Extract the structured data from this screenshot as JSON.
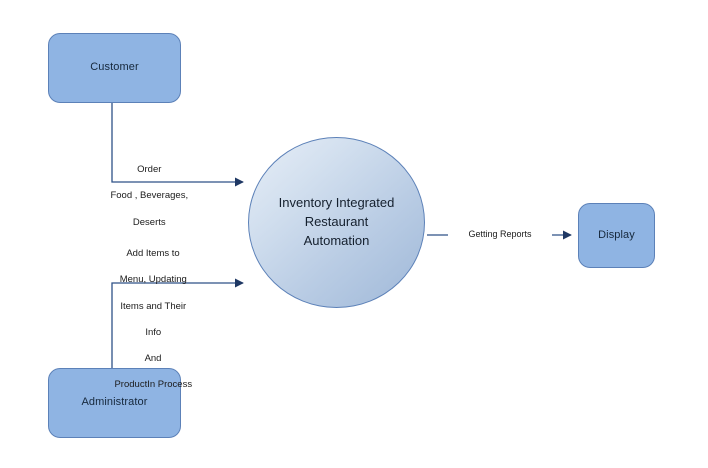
{
  "diagram": {
    "title": "Inventory Integrated Restaurant Automation - Context Diagram",
    "type": "data-flow-diagram",
    "colors": {
      "entity_fill": "#8FB4E3",
      "entity_border": "#5C81B8",
      "process_gradient_start": "#E7EEF7",
      "process_gradient_end": "#9FB8D8",
      "connector": "#2E5187",
      "arrowhead": "#1F3864",
      "text": "#16283C",
      "background": "#FFFFFF"
    },
    "entities": [
      {
        "id": "customer",
        "label": "Customer"
      },
      {
        "id": "administrator",
        "label": "Administrator"
      },
      {
        "id": "display",
        "label": "Display"
      }
    ],
    "process": {
      "id": "process-main",
      "label": "Inventory Integrated\nRestaurant\nAutomation",
      "line1": "Inventory Integrated",
      "line2": "Restaurant",
      "line3": "Automation"
    },
    "flows": [
      {
        "id": "flow-order",
        "from": "customer",
        "to": "process-main",
        "label": "Order\nFood , Beverages,\nDeserts",
        "line1": "Order",
        "line2": "Food , Beverages,",
        "line3": "Deserts"
      },
      {
        "id": "flow-admin-input",
        "from": "administrator",
        "to": "process-main",
        "label": "Add Items to\nMenu, Updating\nItems and Their\nInfo\nAnd\nProductIn Process",
        "line1": "Add Items to",
        "line2": "Menu, Updating",
        "line3": "Items and Their",
        "line4": "Info",
        "line5": "And",
        "line6": "ProductIn Process"
      },
      {
        "id": "flow-reports",
        "from": "process-main",
        "to": "display",
        "label": "Getting Reports"
      }
    ]
  }
}
